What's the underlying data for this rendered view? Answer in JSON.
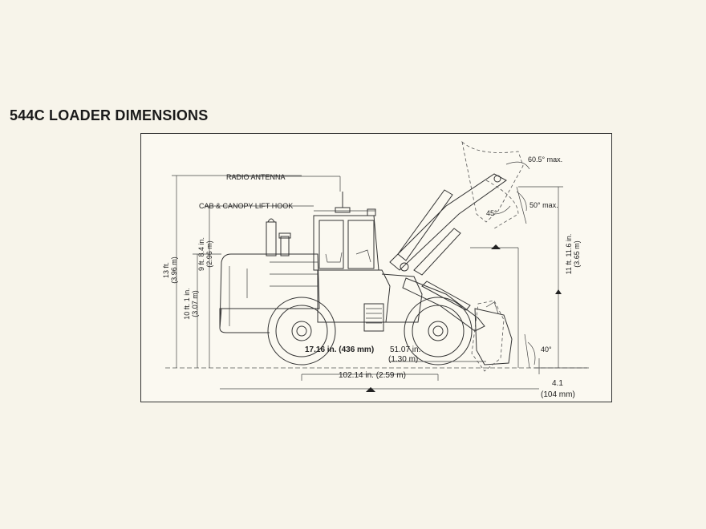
{
  "page": {
    "title": "544C LOADER DIMENSIONS"
  },
  "labels": {
    "radio_antenna": "RADIO ANTENNA",
    "cab_hook": "CAB & CANOPY LIFT HOOK",
    "dump_angle": "60.5° max.",
    "rollback_angle": "50° max.",
    "angle_45": "45°",
    "angle_40": "40°"
  },
  "dimensions": {
    "overall_height_a": "13 ft.",
    "overall_height_b": "(3.96 m)",
    "hook_height_a": "9 ft. 8.4 in.",
    "hook_height_b": "(2.96 m)",
    "hood_height_a": "10 ft. 1 in.",
    "hood_height_b": "(3.07 m)",
    "hinge_height_a": "11 ft. 11.6 in.",
    "hinge_height_b": "(3.65 m)",
    "clearance": "17.16 in. (436 mm)",
    "axle_to_bucket_a": "51.07 in.",
    "axle_to_bucket_b": "(1.30 m)",
    "wheelbase": "102.14 in. (2.59 m)",
    "dig_depth_a": "4.1",
    "dig_depth_b": "(104 mm)"
  }
}
